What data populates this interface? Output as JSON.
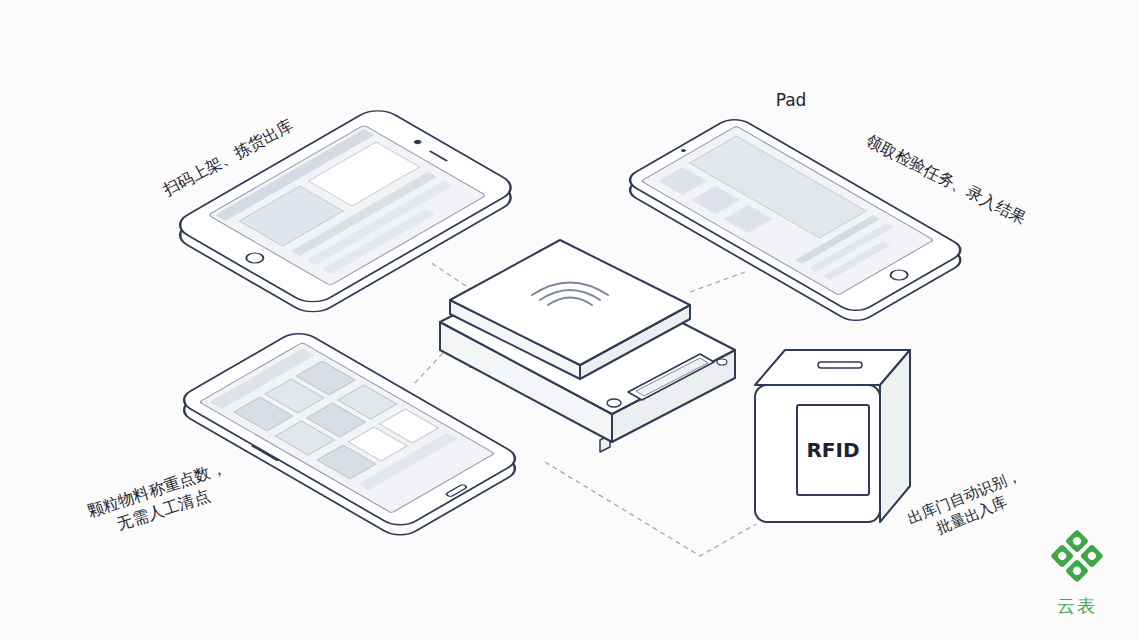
{
  "diagram": {
    "nodes": [
      {
        "text": [
          "扫码上架、拣货出库"
        ]
      },
      {
        "text": [
          "Pad",
          "领取检验任务、录入结果"
        ]
      },
      {
        "text": [
          "颗粒物料称重点数， 无需人工清点"
        ]
      },
      {
        "text": [
          "RFID",
          "出库门自动识别， 批量出入库"
        ]
      }
    ],
    "labels": [
      "云表"
    ]
  }
}
